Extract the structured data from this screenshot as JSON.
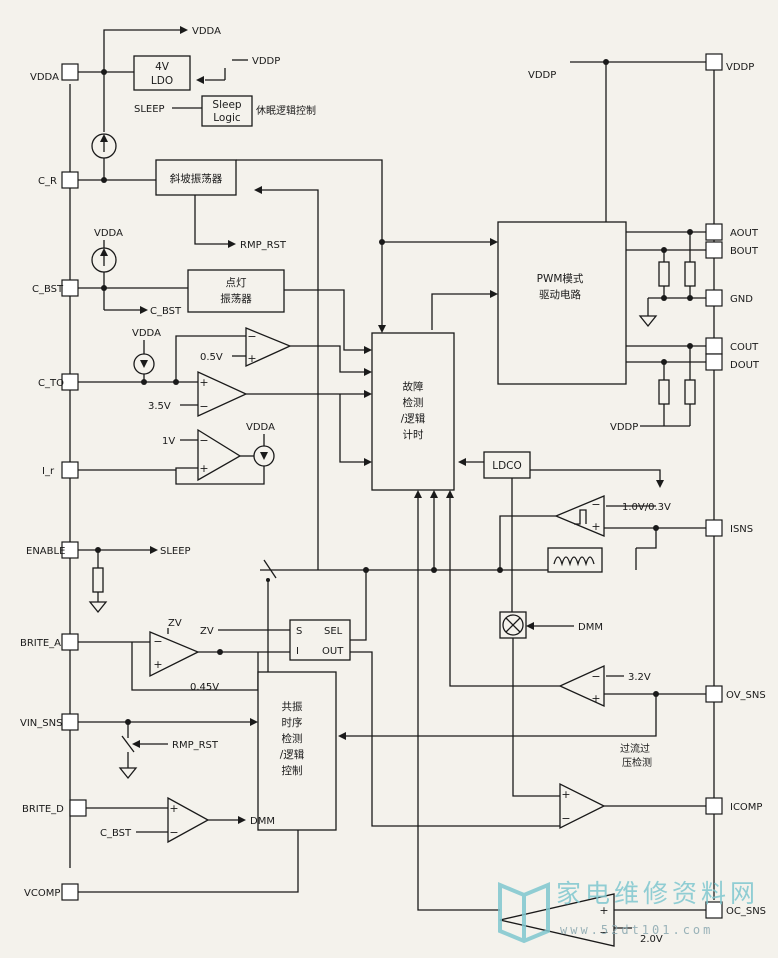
{
  "pins_left": {
    "vdda": "VDDA",
    "c_r": "C_R",
    "c_bst": "C_BST",
    "c_to": "C_TO",
    "i_r": "I_r",
    "enable": "ENABLE",
    "brite_a": "BRITE_A",
    "vin_sns": "VIN_SNS",
    "brite_d": "BRITE_D",
    "vcomp": "VCOMP"
  },
  "pins_right": {
    "vddp": "VDDP",
    "aout": "AOUT",
    "bout": "BOUT",
    "gnd": "GND",
    "cout": "COUT",
    "dout": "DOUT",
    "isns": "ISNS",
    "ov_sns": "OV_SNS",
    "icomp": "ICOMP",
    "oc_sns": "OC_SNS"
  },
  "blocks": {
    "ldo_l1": "4V",
    "ldo_l2": "LDO",
    "sleep_logic_l1": "Sleep",
    "sleep_logic_l2": "Logic",
    "sleep_logic_desc": "休眠逻辑控制",
    "ramp_osc": "斜坡振荡器",
    "strike_osc_l1": "点灯",
    "strike_osc_l2": "振荡器",
    "fault_l1": "故障",
    "fault_l2": "检测",
    "fault_l3": "/逻辑",
    "fault_l4": "计时",
    "pwm_l1": "PWM模式",
    "pwm_l2": "驱动电路",
    "ldco": "LDCO",
    "sel_s": "S",
    "sel_i": "I",
    "sel_sel": "SEL",
    "sel_out": "OUT",
    "res_l1": "共振",
    "res_l2": "时序",
    "res_l3": "检测",
    "res_l4": "/逻辑",
    "res_l5": "控制"
  },
  "labels": {
    "vdda_top": "VDDA",
    "vddp_ldo": "VDDP",
    "sleep_in": "SLEEP",
    "rmp_rst": "RMP_RST",
    "vdda_cbst": "VDDA",
    "c_bst_out": "C_BST",
    "vdda_cto": "VDDA",
    "v05": "0.5V",
    "v35": "3.5V",
    "v1": "1V",
    "vdda_ir": "VDDA",
    "sleep_out": "SLEEP",
    "zv1": "ZV",
    "zv2": "ZV",
    "v045": "0.45V",
    "rmp_rst2": "RMP_RST",
    "c_bst2": "C_BST",
    "dmm_out": "DMM",
    "dmm_in": "DMM",
    "vddp_left": "VDDP",
    "vddp_bottom": "VDDP",
    "v10_03": "1.0V/0.3V",
    "v32": "3.2V",
    "v20": "2.0V",
    "ocov_l1": "过流过",
    "ocov_l2": "压检测"
  },
  "watermark": {
    "cn": "家电维修资料网",
    "url": "www.52dt101.com"
  },
  "colors": {
    "ink": "#1a1a1a",
    "paper": "#f4f2ec",
    "watermark": "#7fc7cf"
  }
}
